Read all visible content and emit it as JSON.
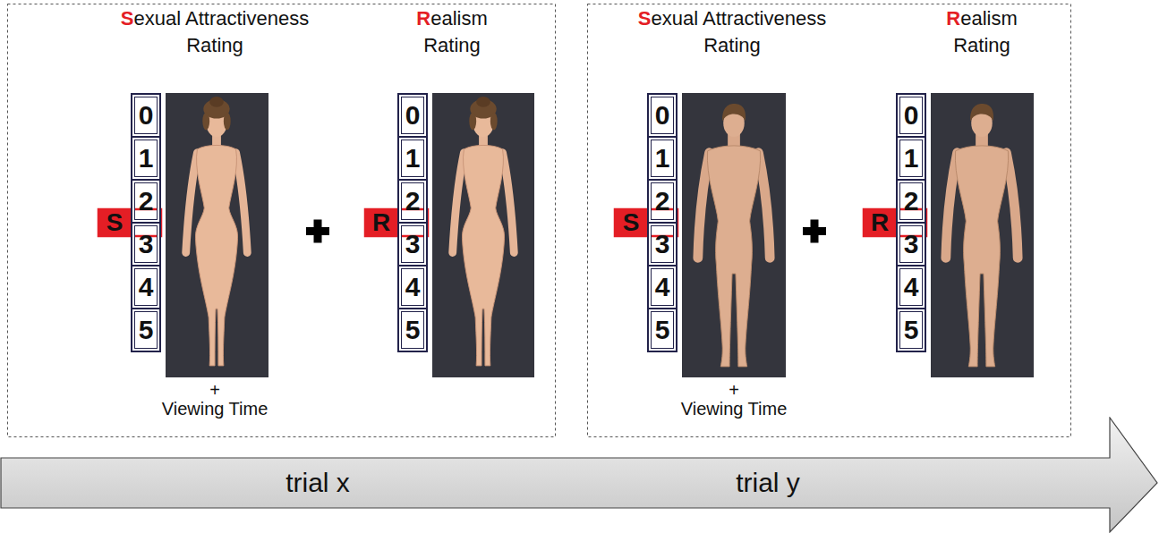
{
  "diagram": {
    "nodes": [
      {
        "text": [
          "Sexual Attractiveness Rating"
        ]
      },
      {
        "text": [
          "Realism Rating"
        ]
      },
      {
        "text": [
          "Sexual Attractiveness Rating"
        ]
      },
      {
        "text": [
          "Realism Rating"
        ]
      },
      {
        "text": [
          "trial x",
          "trial y"
        ]
      }
    ],
    "labels": [
      "0",
      "1",
      "2",
      "3",
      "4",
      "5",
      "S",
      "+",
      "Viewing Time",
      "0",
      "1",
      "2",
      "3",
      "4",
      "5",
      "R",
      "0",
      "1",
      "2",
      "3",
      "4",
      "5",
      "S",
      "+",
      "Viewing Time",
      "0",
      "1",
      "2",
      "3",
      "4",
      "5",
      "R"
    ]
  }
}
